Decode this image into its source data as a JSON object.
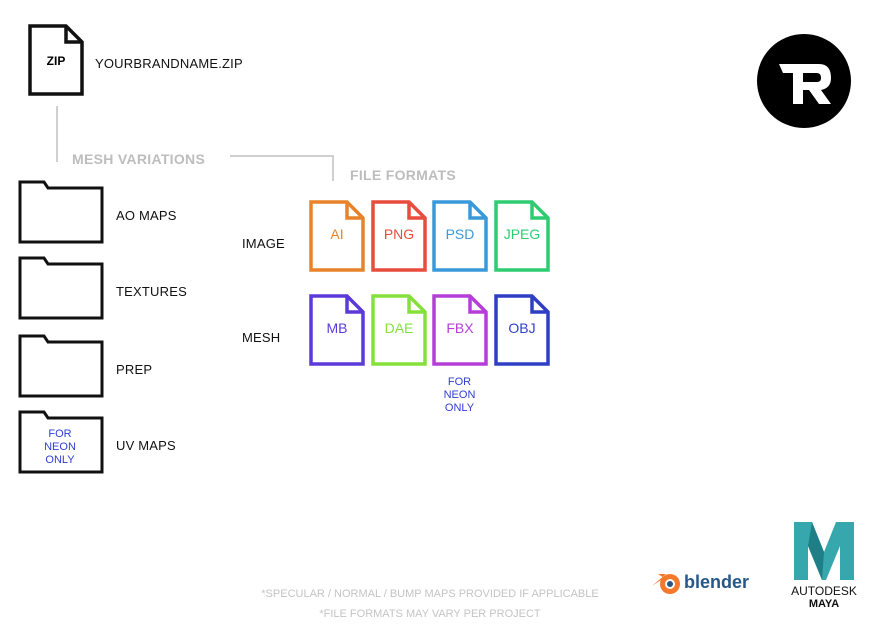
{
  "zip": {
    "icon_label": "ZIP",
    "filename": "YOURBRANDNAME.ZIP"
  },
  "logo": {
    "letters": "TR"
  },
  "sections": {
    "mesh_variations": "MESH VARIATIONS",
    "file_formats": "FILE FORMATS"
  },
  "folders": [
    {
      "label": "AO MAPS"
    },
    {
      "label": "TEXTURES"
    },
    {
      "label": "PREP"
    },
    {
      "label": "UV MAPS",
      "inner_note": [
        "FOR",
        "NEON",
        "ONLY"
      ]
    }
  ],
  "rows": [
    {
      "label": "IMAGE",
      "formats": [
        {
          "name": "AI",
          "color": "#e8832a"
        },
        {
          "name": "PNG",
          "color": "#e84c3d"
        },
        {
          "name": "PSD",
          "color": "#3a9ad9"
        },
        {
          "name": "JPEG",
          "color": "#2ecc71"
        }
      ]
    },
    {
      "label": "MESH",
      "formats": [
        {
          "name": "MB",
          "color": "#5b3ad9"
        },
        {
          "name": "DAE",
          "color": "#86e03c"
        },
        {
          "name": "FBX",
          "color": "#b53ed9"
        },
        {
          "name": "OBJ",
          "color": "#2f3fc4"
        }
      ]
    }
  ],
  "fbx_note": [
    "FOR",
    "NEON",
    "ONLY"
  ],
  "neon_color": "#3040d0",
  "footnotes": [
    "*SPECULAR / NORMAL / BUMP MAPS PROVIDED IF APPLICABLE",
    "*FILE FORMATS MAY VARY PER PROJECT"
  ],
  "software": {
    "blender": "blender",
    "autodesk": "AUTODESK",
    "maya": "MAYA"
  }
}
